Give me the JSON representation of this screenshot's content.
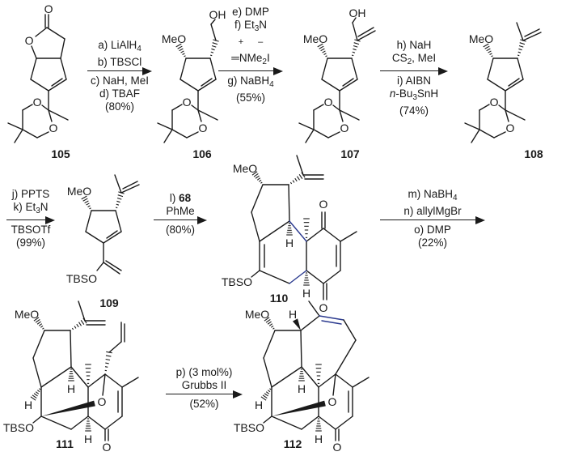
{
  "atoms": {
    "MeO": "MeO",
    "O": "O",
    "OH": "OH",
    "TBSO": "TBSO",
    "H": "H"
  },
  "compounds": [
    "105",
    "106",
    "107",
    "108",
    "109",
    "110",
    "111",
    "112"
  ],
  "colors": {
    "ink": "#1a1a1a",
    "new_bond": "#2b3a8f"
  },
  "reactions": [
    {
      "above": [
        [
          {
            "t": "a) LiAlH"
          },
          {
            "t": "4",
            "sub": true
          }
        ],
        [
          {
            "t": "b) TBSCl"
          }
        ]
      ],
      "below": [
        [
          {
            "t": "c) NaH, MeI"
          }
        ],
        [
          {
            "t": "d) TBAF"
          }
        ],
        [
          {
            "t": "(80%)"
          }
        ]
      ]
    },
    {
      "above": [
        [
          {
            "t": "e) DMP"
          }
        ],
        [
          {
            "t": "f) Et"
          },
          {
            "t": "3",
            "sub": true
          },
          {
            "t": "N"
          }
        ],
        [
          {
            "t": "+",
            "sup": true
          },
          {
            "t": "–",
            "sup": true
          }
        ],
        [
          {
            "t": "═NMe"
          },
          {
            "t": "2",
            "sub": true
          },
          {
            "t": "I"
          }
        ]
      ],
      "below": [
        [
          {
            "t": "g) NaBH"
          },
          {
            "t": "4",
            "sub": true
          }
        ],
        [
          {
            "t": "(55%)"
          }
        ]
      ]
    },
    {
      "above": [
        [
          {
            "t": "h) NaH"
          }
        ],
        [
          {
            "t": "CS"
          },
          {
            "t": "2",
            "sub": true
          },
          {
            "t": ", MeI"
          }
        ]
      ],
      "below": [
        [
          {
            "t": "i) AIBN"
          }
        ],
        [
          {
            "t": "n",
            "i": true
          },
          {
            "t": "-Bu"
          },
          {
            "t": "3",
            "sub": true
          },
          {
            "t": "SnH"
          }
        ],
        [
          {
            "t": "(74%)"
          }
        ]
      ]
    },
    {
      "above": [
        [
          {
            "t": "j) PPTS"
          }
        ],
        [
          {
            "t": "k) Et"
          },
          {
            "t": "3",
            "sub": true
          },
          {
            "t": "N"
          }
        ]
      ],
      "below": [
        [
          {
            "t": "TBSOTf"
          }
        ],
        [
          {
            "t": "(99%)"
          }
        ]
      ]
    },
    {
      "above": [
        [
          {
            "t": "l) "
          },
          {
            "t": "68",
            "b": true
          }
        ],
        [
          {
            "t": "PhMe"
          }
        ]
      ],
      "below": [
        [
          {
            "t": "(80%)"
          }
        ]
      ]
    },
    {
      "above": [
        [
          {
            "t": "m) NaBH"
          },
          {
            "t": "4",
            "sub": true
          }
        ],
        [
          {
            "t": "n) allylMgBr"
          }
        ]
      ],
      "below": [
        [
          {
            "t": "o) DMP"
          }
        ],
        [
          {
            "t": "(22%)"
          }
        ]
      ]
    },
    {
      "above": [
        [
          {
            "t": "p) (3 mol%)"
          }
        ],
        [
          {
            "t": "Grubbs II"
          }
        ]
      ],
      "below": [
        [
          {
            "t": "(52%)"
          }
        ]
      ]
    }
  ]
}
